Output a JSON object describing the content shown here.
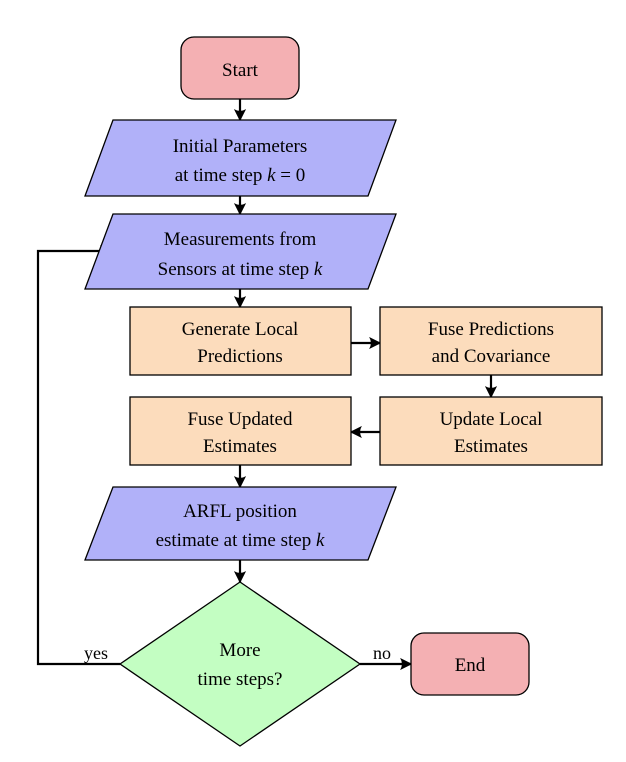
{
  "colors": {
    "terminal": "#f4b0b3",
    "io": "#b1b1f9",
    "process": "#fcdcbc",
    "decision": "#c3fec2",
    "line": "#000000"
  },
  "nodes": {
    "start": {
      "label": "Start"
    },
    "initial": {
      "line1": "Initial Parameters",
      "line2_prefix": "at time step",
      "line2_var": "k",
      "line2_suffix": "= 0"
    },
    "measurements": {
      "line1": "Measurements from",
      "line2_prefix": "Sensors at time step",
      "line2_var": "k"
    },
    "generate": {
      "line1": "Generate Local",
      "line2": "Predictions"
    },
    "fuse_pred": {
      "line1": "Fuse Predictions",
      "line2": "and Covariance"
    },
    "update": {
      "line1": "Update Local",
      "line2": "Estimates"
    },
    "fuse_upd": {
      "line1": "Fuse Updated",
      "line2": "Estimates"
    },
    "arfl": {
      "line1": "ARFL position",
      "line2_prefix": "estimate at time step",
      "line2_var": "k"
    },
    "decision": {
      "line1": "More",
      "line2": "time steps?"
    },
    "end": {
      "label": "End"
    }
  },
  "edges": {
    "yes_label": "yes",
    "no_label": "no"
  }
}
